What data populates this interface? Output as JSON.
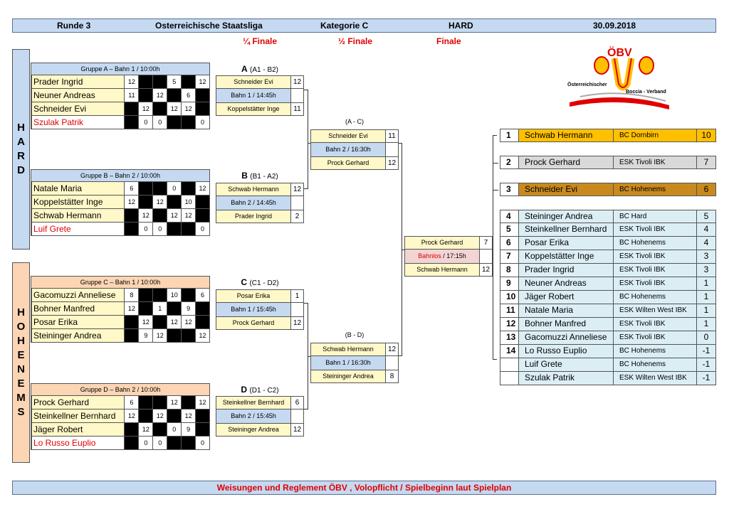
{
  "header": {
    "round": "Runde 3",
    "league": "Osterreichische Staatsliga",
    "category": "Kategorie C",
    "place": "HARD",
    "date": "30.09.2018"
  },
  "stages": {
    "quarter": "¼ Finale",
    "half": "½ Finale",
    "final": "Finale"
  },
  "logo": {
    "text": "ÖBV",
    "sub_left": "Österreichischer",
    "sub_right": "Boccia - Verband"
  },
  "sides": {
    "hard": [
      "H",
      "A",
      "R",
      "D"
    ],
    "hohenems": [
      "H",
      "O",
      "H",
      "E",
      "N",
      "E",
      "M",
      "S"
    ]
  },
  "groups": [
    {
      "title": "Gruppe A – Bahn 1 / 10:00h",
      "players": [
        {
          "name": "Prader Ingrid",
          "red": false,
          "cells": [
            "12",
            "",
            "",
            "5",
            "",
            "12"
          ]
        },
        {
          "name": "Neuner Andreas",
          "red": false,
          "cells": [
            "11",
            "",
            "12",
            "",
            "6",
            ""
          ]
        },
        {
          "name": "Schneider Evi",
          "red": false,
          "cells": [
            "",
            "12",
            "",
            "12",
            "12",
            ""
          ]
        },
        {
          "name": "Szulak Patrik",
          "red": true,
          "cells": [
            "",
            "0",
            "0",
            "",
            "",
            "0"
          ]
        }
      ]
    },
    {
      "title": "Gruppe B – Bahn 2 / 10:00h",
      "players": [
        {
          "name": "Natale Maria",
          "red": false,
          "cells": [
            "6",
            "",
            "",
            "0",
            "",
            "12"
          ]
        },
        {
          "name": "Koppelstätter Inge",
          "red": false,
          "cells": [
            "12",
            "",
            "12",
            "",
            "10",
            ""
          ]
        },
        {
          "name": "Schwab Hermann",
          "red": false,
          "cells": [
            "",
            "12",
            "",
            "12",
            "12",
            ""
          ]
        },
        {
          "name": "Luif Grete",
          "red": true,
          "cells": [
            "",
            "0",
            "0",
            "",
            "",
            "0"
          ]
        }
      ]
    },
    {
      "title": "Gruppe C – Bahn 1 / 10:00h",
      "players": [
        {
          "name": "Gacomuzzi Anneliese",
          "red": false,
          "cells": [
            "8",
            "",
            "",
            "10",
            "",
            "6"
          ]
        },
        {
          "name": "Bohner Manfred",
          "red": false,
          "cells": [
            "12",
            "",
            "1",
            "",
            "9",
            ""
          ]
        },
        {
          "name": "Posar Erika",
          "red": false,
          "cells": [
            "",
            "12",
            "",
            "12",
            "12",
            ""
          ]
        },
        {
          "name": "Steininger Andrea",
          "red": false,
          "cells": [
            "",
            "9",
            "12",
            "",
            "",
            "12"
          ]
        }
      ]
    },
    {
      "title": "Gruppe D – Bahn 2 / 10:00h",
      "players": [
        {
          "name": "Prock Gerhard",
          "red": false,
          "cells": [
            "6",
            "",
            "",
            "12",
            "",
            "12"
          ]
        },
        {
          "name": "Steinkellner Bernhard",
          "red": false,
          "cells": [
            "12",
            "",
            "12",
            "",
            "12",
            ""
          ]
        },
        {
          "name": "Jäger Robert",
          "red": false,
          "cells": [
            "",
            "12",
            "",
            "0",
            "9",
            ""
          ]
        },
        {
          "name": "Lo Russo Euplio",
          "red": true,
          "cells": [
            "",
            "0",
            "0",
            "",
            "",
            "0"
          ]
        }
      ]
    }
  ],
  "quarterfinals": [
    {
      "letter": "A",
      "pair": "(A1 - B2)",
      "p1": "Schneider Evi",
      "s1": "12",
      "info": "Bahn 1 / 14:45h",
      "p2": "Koppelstätter Inge",
      "s2": "11"
    },
    {
      "letter": "B",
      "pair": "(B1 - A2)",
      "p1": "Schwab Hermann",
      "s1": "12",
      "info": "Bahn 2 / 14:45h",
      "p2": "Prader Ingrid",
      "s2": "2"
    },
    {
      "letter": "C",
      "pair": "(C1 - D2)",
      "p1": "Posar Erika",
      "s1": "1",
      "info": "Bahn 1 / 15:45h",
      "p2": "Prock Gerhard",
      "s2": "12"
    },
    {
      "letter": "D",
      "pair": "(D1 - C2)",
      "p1": "Steinkellner Bernhard",
      "s1": "6",
      "info": "Bahn 2 / 15:45h",
      "p2": "Steininger Andrea",
      "s2": "12"
    }
  ],
  "semifinals": [
    {
      "pair": "(A - C)",
      "p1": "Schneider Evi",
      "s1": "11",
      "info": "Bahn 2 / 16:30h",
      "p2": "Prock Gerhard",
      "s2": "12"
    },
    {
      "pair": "(B - D)",
      "p1": "Schwab Hermann",
      "s1": "12",
      "info": "Bahn 1 / 16:30h",
      "p2": "Steininger Andrea",
      "s2": "8"
    }
  ],
  "final": {
    "p1": "Prock Gerhard",
    "s1": "7",
    "info_red": "Bahnlos",
    "info_rest": " / 17:15h",
    "p2": "Schwab Hermann",
    "s2": "12"
  },
  "podium": [
    {
      "rank": "1",
      "name": "Schwab Hermann",
      "club": "BC Dornbirn",
      "pts": "10",
      "color": "#ffc000"
    },
    {
      "rank": "2",
      "name": "Prock Gerhard",
      "club": "ESK Tivoli IBK",
      "pts": "7",
      "color": "#d9d9d9"
    },
    {
      "rank": "3",
      "name": "Schneider Evi",
      "club": "BC Hohenems",
      "pts": "6",
      "color": "#c88a1e"
    }
  ],
  "ranking": [
    {
      "rank": "4",
      "name": "Steininger Andrea",
      "club": "BC Hard",
      "pts": "5"
    },
    {
      "rank": "5",
      "name": "Steinkellner Bernhard",
      "club": "ESK Tivoli IBK",
      "pts": "4"
    },
    {
      "rank": "6",
      "name": "Posar Erika",
      "club": "BC Hohenems",
      "pts": "4"
    },
    {
      "rank": "7",
      "name": "Koppelstätter Inge",
      "club": "ESK Tivoli IBK",
      "pts": "3"
    },
    {
      "rank": "8",
      "name": "Prader Ingrid",
      "club": "ESK Tivoli IBK",
      "pts": "3"
    },
    {
      "rank": "9",
      "name": "Neuner Andreas",
      "club": "ESK Tivoli IBK",
      "pts": "1"
    },
    {
      "rank": "10",
      "name": "Jäger Robert",
      "club": "BC Hohenems",
      "pts": "1"
    },
    {
      "rank": "11",
      "name": "Natale Maria",
      "club": "ESK Wilten West IBK",
      "pts": "1"
    },
    {
      "rank": "12",
      "name": "Bohner Manfred",
      "club": "ESK Tivoli IBK",
      "pts": "1"
    },
    {
      "rank": "13",
      "name": "Gacomuzzi Anneliese",
      "club": "ESK Tivoli IBK",
      "pts": "0"
    },
    {
      "rank": "14",
      "name": "Lo Russo Euplio",
      "club": "BC Hohenems",
      "pts": "-1"
    },
    {
      "rank": "",
      "name": "Luif Grete",
      "club": "BC Hohenems",
      "pts": "-1"
    },
    {
      "rank": "",
      "name": "Szulak Patrik",
      "club": "ESK Wilten West IBK",
      "pts": "-1"
    }
  ],
  "footer": "Weisungen und Reglement ÖBV , Volopflicht / Spielbeginn laut Spielplan",
  "colors": {
    "header_blue": "#c5d9f1",
    "player_yellow": "#fff8c8",
    "hohenems_orange": "#fcd5b4",
    "red_text": "#e00000"
  }
}
